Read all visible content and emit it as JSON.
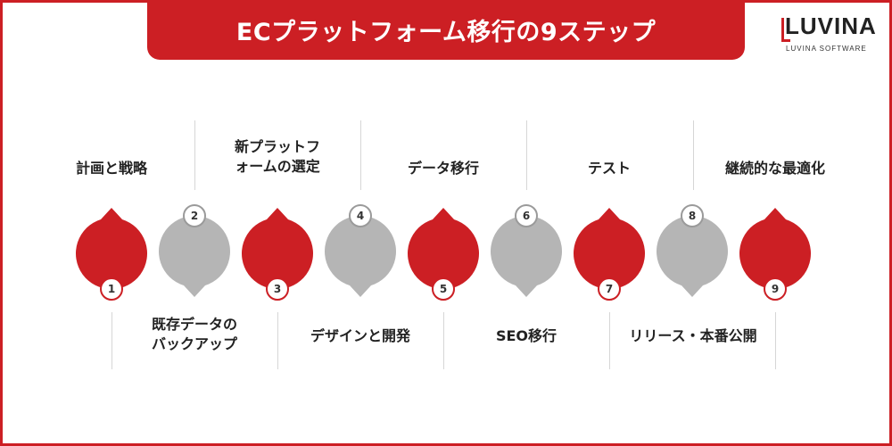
{
  "title": "ECプラットフォーム移行の9ステップ",
  "logo": {
    "name": "LUVINA",
    "tagline": "LUVINA SOFTWARE"
  },
  "colors": {
    "accent": "#cc1f24",
    "gray": "#b5b5b5",
    "border": "#cc1f24"
  },
  "steps": [
    {
      "number": "1",
      "label": "計画と戦略",
      "color": "red"
    },
    {
      "number": "2",
      "label": "既存データの\nバックアップ",
      "color": "gray"
    },
    {
      "number": "3",
      "label": "新プラットフ\nォームの選定",
      "color": "red"
    },
    {
      "number": "4",
      "label": "デザインと開発",
      "color": "gray"
    },
    {
      "number": "5",
      "label": "データ移行",
      "color": "red"
    },
    {
      "number": "6",
      "label": "SEO移行",
      "color": "gray"
    },
    {
      "number": "7",
      "label": "テスト",
      "color": "red"
    },
    {
      "number": "8",
      "label": "リリース・本番公開",
      "color": "gray"
    },
    {
      "number": "9",
      "label": "継続的な最適化",
      "color": "red"
    }
  ]
}
